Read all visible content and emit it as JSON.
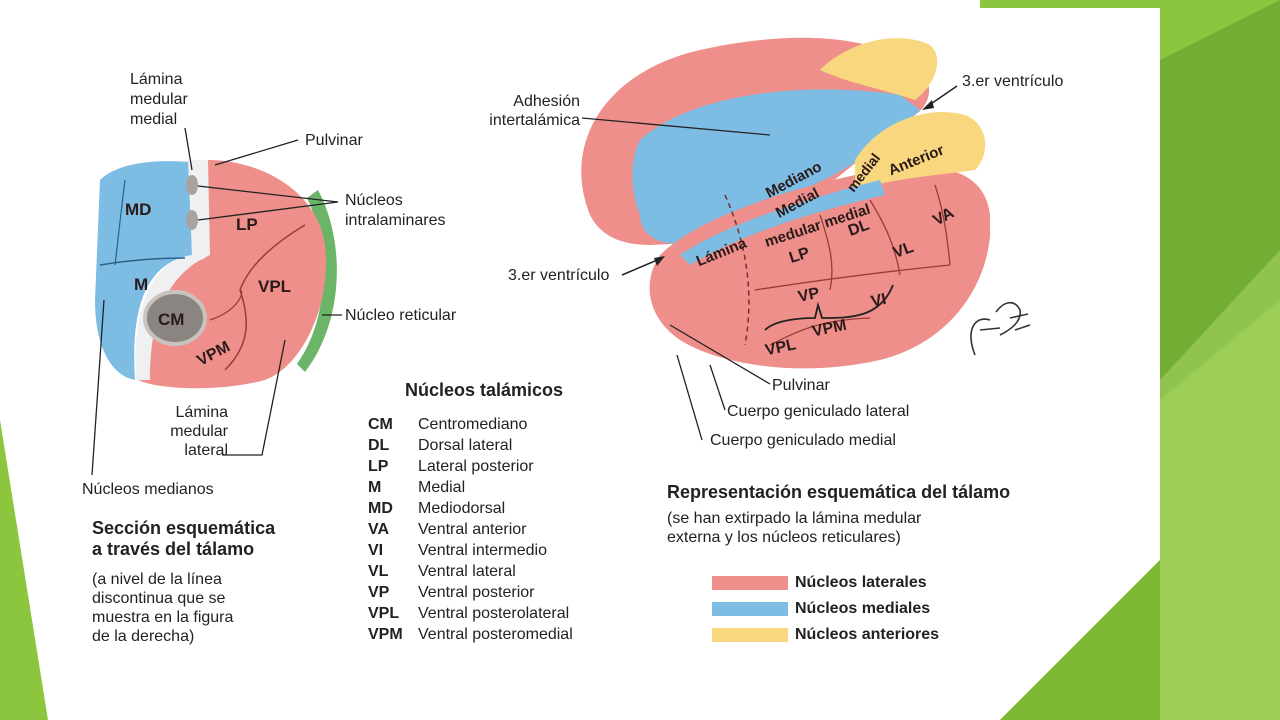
{
  "colors": {
    "lateral": "#ee8f8b",
    "medial": "#7dbde4",
    "anterior": "#f8d77e",
    "slide_green": "#8cc63f",
    "slide_dark_green": "#5e9a2c"
  },
  "section": {
    "nuclei_labels": {
      "md": "MD",
      "m": "M",
      "cm": "CM",
      "lp": "LP",
      "vpl": "VPL",
      "vpm": "VPM"
    },
    "callouts": {
      "lamina_medular_medial": "Lámina\nmedular\nmedial",
      "pulvinar": "Pulvinar",
      "nucleos_intralaminares": "Núcleos\nintralaminares",
      "nucleo_reticular": "Núcleo reticular",
      "lamina_medular_lateral": "Lámina\nmedular\nlateral",
      "nucleos_medianos": "Núcleos medianos"
    },
    "title": "Sección esquemática\na través del tálamo",
    "note": "(a nivel de la línea\ndiscontinua que se\nmuestra en la figura\nde la derecha)"
  },
  "abbreviations": {
    "heading": "Núcleos talámicos",
    "items": [
      {
        "abbr": "CM",
        "name": "Centromediano"
      },
      {
        "abbr": "DL",
        "name": "Dorsal lateral"
      },
      {
        "abbr": "LP",
        "name": "Lateral posterior"
      },
      {
        "abbr": "M",
        "name": "Medial"
      },
      {
        "abbr": "MD",
        "name": "Mediodorsal"
      },
      {
        "abbr": "VA",
        "name": "Ventral anterior"
      },
      {
        "abbr": "VI",
        "name": "Ventral intermedio"
      },
      {
        "abbr": "VL",
        "name": "Ventral lateral"
      },
      {
        "abbr": "VP",
        "name": "Ventral posterior"
      },
      {
        "abbr": "VPL",
        "name": "Ventral posterolateral"
      },
      {
        "abbr": "VPM",
        "name": "Ventral posteromedial"
      }
    ]
  },
  "schematic": {
    "callouts": {
      "adhesion": "Adhesión\nintertalámica",
      "ventriculo_top": "3.er ventrículo",
      "ventriculo_left": "3.er ventrículo",
      "pulvinar": "Pulvinar",
      "cuerpo_lateral": "Cuerpo geniculado lateral",
      "cuerpo_medial": "Cuerpo geniculado medial"
    },
    "region_labels": {
      "mediano": "Mediano",
      "medial": "Medial",
      "medial2": "medial",
      "medular_medial": "medular medial",
      "lamina": "Lámina",
      "anterior": "Anterior",
      "dl": "DL",
      "va": "VA",
      "lp": "LP",
      "vl": "VL",
      "vp": "VP",
      "vi": "VI",
      "vpl": "VPL",
      "vpm": "VPM"
    },
    "signature": "F. Netter M.D.",
    "title": "Representación esquemática del tálamo",
    "note": "(se han extirpado la lámina medular\nexterna y los núcleos reticulares)"
  },
  "legend": [
    {
      "label": "Núcleos laterales",
      "color": "#ee8f8b"
    },
    {
      "label": "Núcleos mediales",
      "color": "#7dbde4"
    },
    {
      "label": "Núcleos anteriores",
      "color": "#f8d77e"
    }
  ]
}
